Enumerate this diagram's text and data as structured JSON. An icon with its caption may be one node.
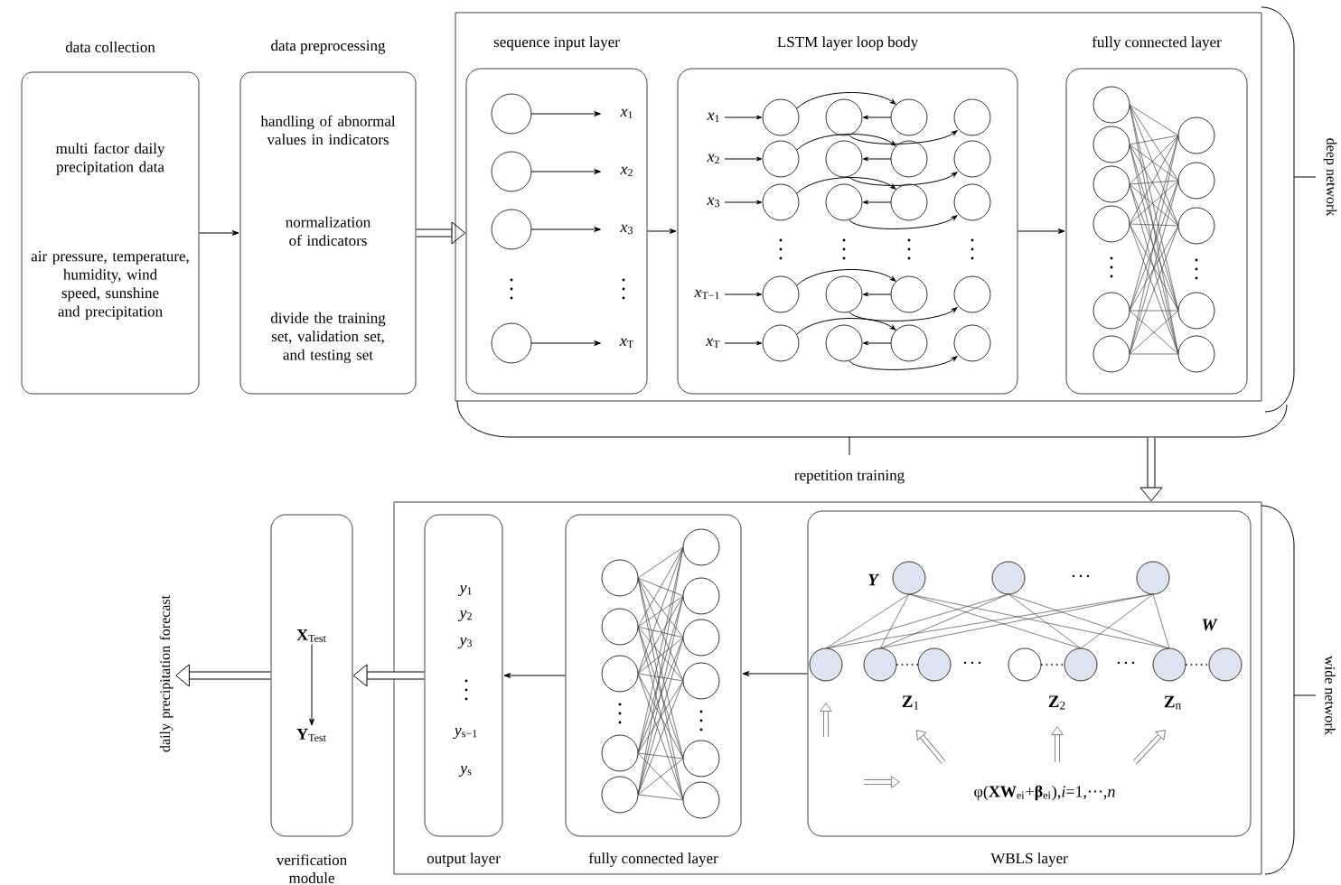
{
  "diagram": {
    "nodes": [
      {
        "text": [
          "data collection",
          "multi factor daily precipitation data",
          "air pressure, temperature, humidity, wind speed, sunshine and precipitation"
        ]
      },
      {
        "text": [
          "data preprocessing",
          "handling of abnormal values in indicators",
          "normalization of indicators",
          "divide the training set, validation set, and testing set"
        ]
      },
      {
        "text": [],
        "shape": "box",
        "beside": [
          "deep network"
        ]
      },
      {
        "text": [
          "sequence input layer"
        ],
        "in": 2
      },
      {
        "text": [
          "LSTM layer loop body"
        ],
        "in": 2
      },
      {
        "text": [
          "fully connected layer"
        ],
        "in": 2
      },
      {
        "text": [],
        "shape": "box",
        "beside": [
          "wide network"
        ]
      },
      {
        "text": [
          "output layer"
        ],
        "in": 6
      },
      {
        "text": [
          "fully connected layer"
        ],
        "in": 6
      },
      {
        "text": [
          "WBLS layer"
        ],
        "in": 6
      },
      {
        "text": [
          "verification module"
        ]
      },
      {
        "text": [
          "**X**$_{Test}$"
        ],
        "in": 10
      },
      {
        "text": [
          "**Y**$_{Test}$"
        ],
        "in": 10
      },
      {
        "text": [
          "daily precipitation forecast"
        ]
      }
    ],
    "edges": [
      {
        "from": 0,
        "to": 1,
        "arrow": "to"
      },
      {
        "from": 1,
        "to": 3,
        "arrow": "to",
        "style": "thick"
      },
      {
        "from": 3,
        "to": 4,
        "arrow": "to"
      },
      {
        "from": 4,
        "to": 5,
        "arrow": "to"
      },
      {
        "from": 2,
        "to": 6,
        "arrow": "to",
        "style": "thick"
      },
      {
        "from": 9,
        "to": 8,
        "arrow": "to"
      },
      {
        "from": 8,
        "to": 7,
        "arrow": "to"
      },
      {
        "from": 7,
        "to": 10,
        "arrow": "to",
        "style": "thick"
      },
      {
        "from": 10,
        "to": 13,
        "arrow": "to",
        "style": "thick"
      },
      {
        "from": 11,
        "to": 12,
        "arrow": "to"
      }
    ],
    "labels": [
      "*x*$_{1}$",
      "*x*$_{2}$",
      "*x*$_{3}$",
      "*x*$_{T}$",
      "*x*$_{1}$",
      "*x*$_{2}$",
      "*x*$_{3}$",
      "*x*$_{T−1}$",
      "*x*$_{T}$",
      "repetition training",
      "*y*$_{1}$",
      "*y*$_{2}$",
      "*y*$_{3}$",
      "*y*$_{s−1}$",
      "*y*$_{s}$",
      "Y",
      "W",
      "**Z**$_{1}$",
      "**Z**$_{2}$",
      "**Z**$_{n}$",
      "φ(**XW**$_{ei}$+**β**$_{ei}$),*i*=1,···,*n*"
    ]
  }
}
